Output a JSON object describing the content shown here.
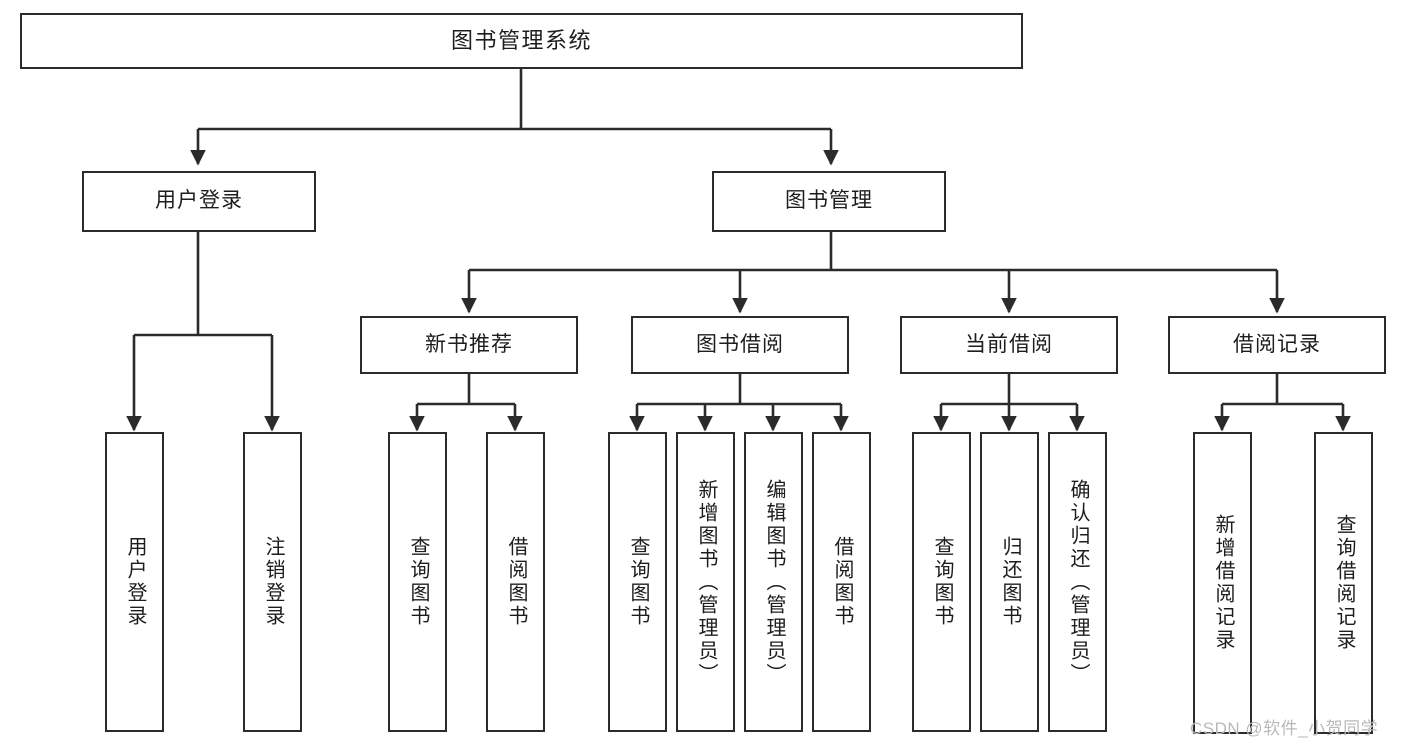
{
  "diagram": {
    "title": "图书管理系统",
    "type": "tree-hierarchy",
    "watermark": "CSDN @软件_小贺同学",
    "colors": {
      "box_border": "#2b2b2b",
      "box_fill": "#ffffff",
      "edge": "#2b2b2b",
      "text": "#1d1d1d",
      "watermark": "#b9b9b9",
      "background": "#ffffff"
    },
    "nodes": {
      "root": {
        "label": "图书管理系统"
      },
      "level2": [
        {
          "label": "用户登录"
        },
        {
          "label": "图书管理"
        }
      ],
      "level3": [
        {
          "label": "新书推荐"
        },
        {
          "label": "图书借阅"
        },
        {
          "label": "当前借阅"
        },
        {
          "label": "借阅记录"
        }
      ],
      "leaves_user_login": [
        {
          "label": "用户登录"
        },
        {
          "label": "注销登录"
        }
      ],
      "leaves_new_book": [
        {
          "label": "查询图书"
        },
        {
          "label": "借阅图书"
        }
      ],
      "leaves_borrow": [
        {
          "label": "查询图书"
        },
        {
          "label": "新增图书（管理员）"
        },
        {
          "label": "编辑图书（管理员）"
        },
        {
          "label": "借阅图书"
        }
      ],
      "leaves_current": [
        {
          "label": "查询图书"
        },
        {
          "label": "归还图书"
        },
        {
          "label": "确认归还（管理员）"
        }
      ],
      "leaves_records": [
        {
          "label": "新增借阅记录"
        },
        {
          "label": "查询借阅记录"
        }
      ]
    }
  }
}
